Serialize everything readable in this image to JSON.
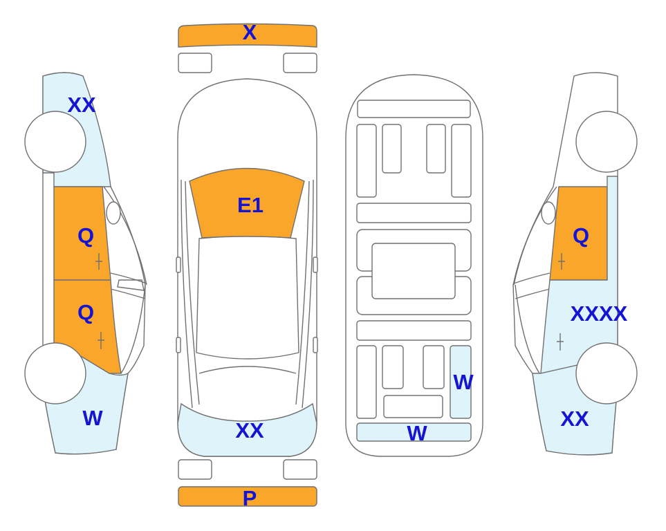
{
  "colors": {
    "damaged": "#F9A62B",
    "inspected": "#DFF4FA",
    "outline": "#707070",
    "label": "#1414D2"
  },
  "labels": {
    "front_bumper": "X",
    "windshield": "E1",
    "rear_roof": "XX",
    "rear_bumper": "P",
    "left_fender": "XX",
    "left_front_door": "Q",
    "left_rear_door": "Q",
    "left_quarter": "W",
    "right_front_door": "Q",
    "right_rear_area": "XXXX",
    "right_quarter": "XX",
    "under_right_rail": "W",
    "under_rear": "W"
  }
}
